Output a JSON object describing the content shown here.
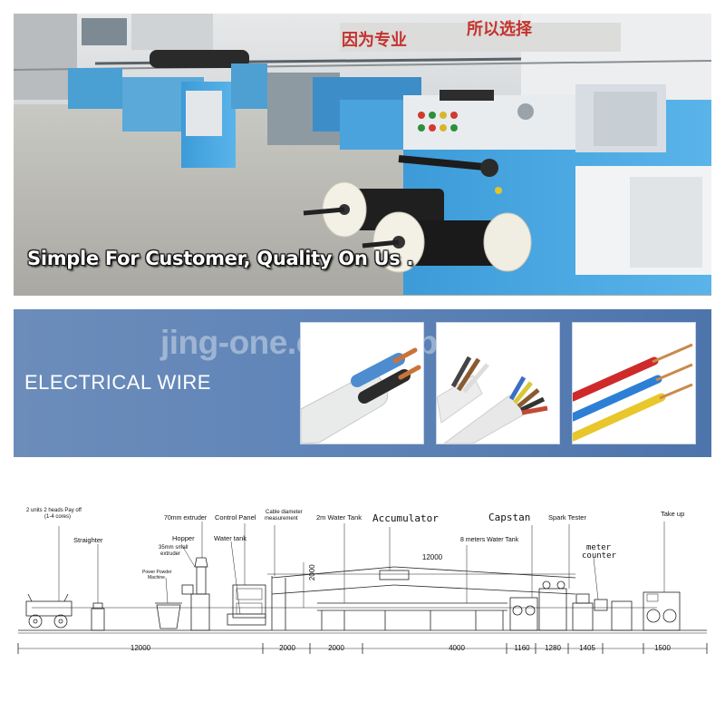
{
  "photo": {
    "slogan": "Simple For Customer, Quality On Us .",
    "wall_sign_left": "因为专业",
    "wall_sign_right": "所以选择"
  },
  "banner": {
    "title": "ELECTRICAL WIRE",
    "watermark": "jing-one.en.alibaba.com"
  },
  "diagram": {
    "labels": {
      "payoff": "2 units 2 heads Pay off",
      "payoff_sub": "(1-4 cores)",
      "straighter": "Straighter",
      "extruder70": "70mm extruder",
      "hopper": "Hopper",
      "small_extruder_1": "35mm small",
      "small_extruder_2": "extruder",
      "powder_1": "Power Powder",
      "powder_2": "Machine",
      "control_panel": "Control Panel",
      "water_tank": "Water tank",
      "diameter_1": "Cable diameter",
      "diameter_2": "measurement",
      "tank2m": "2m  Water Tank",
      "accumulator": "Accumulator",
      "capstan": "Capstan",
      "spark_tester": "Spark Tester",
      "tank8m": "8 meters Water Tank",
      "meter_counter_1": "meter",
      "meter_counter_2": "counter",
      "take_up": "Take up"
    },
    "dims": {
      "top_length": "12000",
      "height": "2000",
      "d1": "12000",
      "d2": "2000",
      "d3": "2000",
      "d4": "4000",
      "d5": "1160",
      "d6": "1280",
      "d7": "1405",
      "d8": "1500"
    }
  }
}
